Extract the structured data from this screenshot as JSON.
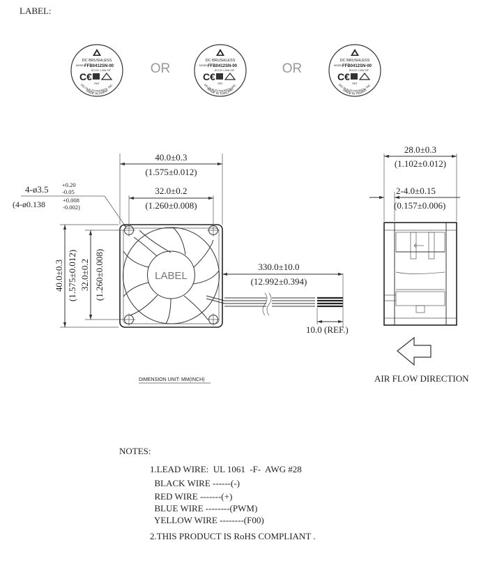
{
  "header": {
    "label_title": "LABEL:"
  },
  "labels": {
    "brand_icon": "delta-triangle-icon",
    "line1": "DC BRUSHLESS",
    "model_prefix": "MODEL",
    "model": "FFB0412SN-00",
    "spec": "DC12V  1.00A  Y2F",
    "mark": "C€",
    "pat": "PAT",
    "electronics": "DELTA ELECTRONICS, INC.",
    "origins": [
      "MADE IN CHINA",
      "MADE IN THAILAND",
      "MADE IN TAIWAN"
    ],
    "or_text": "OR"
  },
  "dimensions": {
    "overall_width_mm": "40.0±0.3",
    "overall_width_in": "(1.575±0.012)",
    "hole_pitch_mm": "32.0±0.2",
    "hole_pitch_in": "(1.260±0.008)",
    "hole_dia_mm_main": "4-ø3.5",
    "hole_dia_mm_tol_plus": "+0.20",
    "hole_dia_mm_tol_minus": "-0.05",
    "hole_dia_in_main": "(4-ø0.138",
    "hole_dia_in_tol_plus": "+0.008",
    "hole_dia_in_tol_minus": "-0.002)",
    "height_mm": "40.0±0.3",
    "height_in": "(1.575±0.012)",
    "vert_pitch_mm": "32.0±0.2",
    "vert_pitch_in": "(1.260±0.008)",
    "fan_label": "LABEL",
    "wire_len_mm": "330.0±10.0",
    "wire_len_in": "(12.992±0.394)",
    "strip_len": "10.0  (REF.)",
    "depth_mm": "28.0±0.3",
    "depth_in": "(1.102±0.012)",
    "flange_mm": "2-4.0±0.15",
    "flange_in": "(0.157±0.006)",
    "airflow": "AIR  FLOW  DIRECTION",
    "unit_note": "DIMENSION  UNIT:  MM(INCH)"
  },
  "notes": {
    "title": "NOTES:",
    "lines": [
      "1.LEAD WIRE:  UL 1061  -F-  AWG #28",
      "  BLACK WIRE ------(-)",
      "  RED WIRE -------(+)",
      "  BLUE WIRE --------(PWM)",
      "  YELLOW WIRE --------(F00)",
      "2.THIS PRODUCT IS RoHS COMPLIANT ."
    ]
  }
}
